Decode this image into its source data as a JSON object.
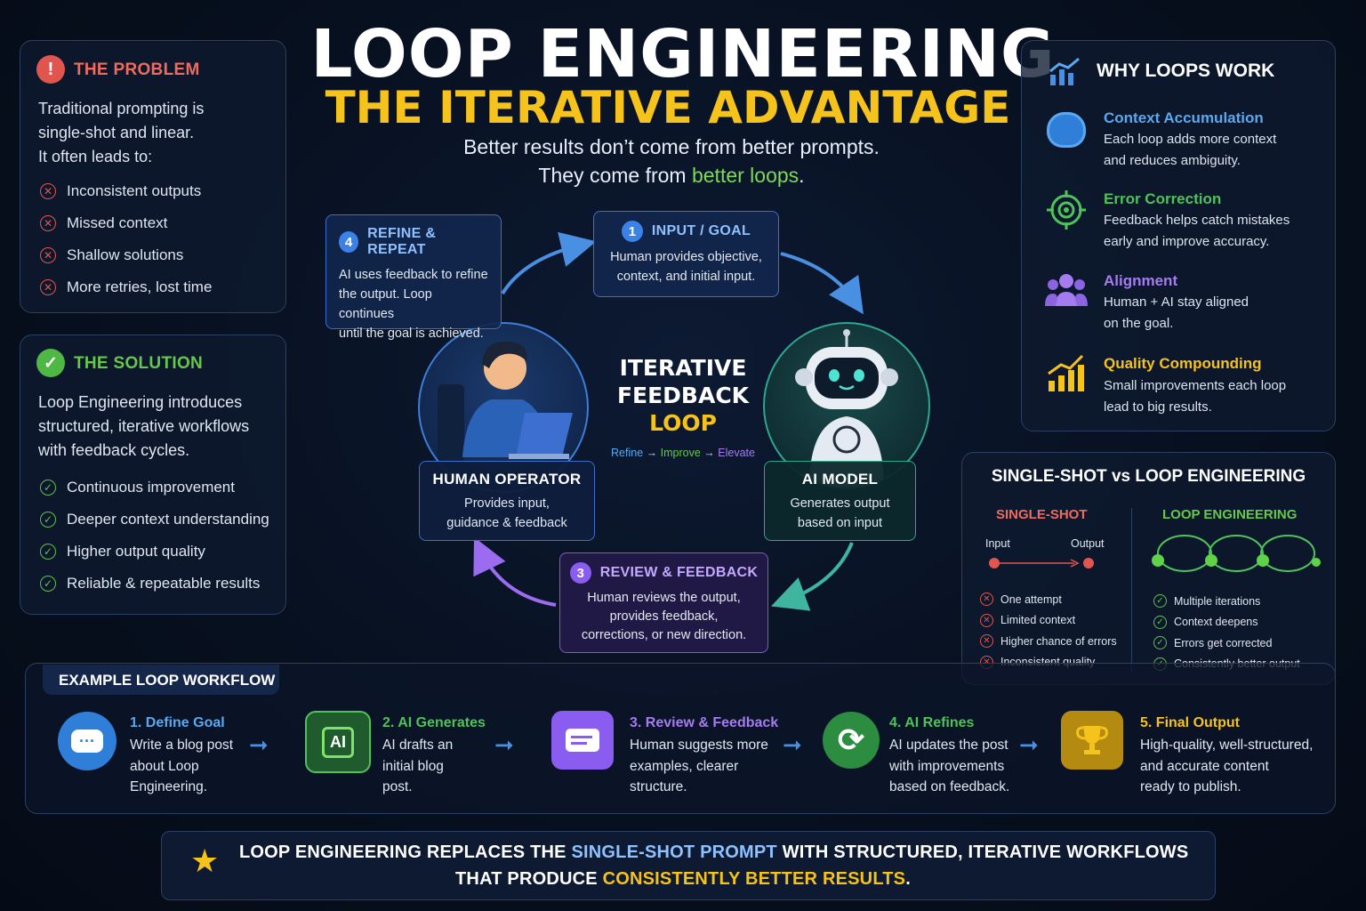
{
  "header": {
    "title": "LOOP ENGINEERING",
    "subtitle": "THE ITERATIVE ADVANTAGE",
    "tagline1": "Better results don’t come from better prompts.",
    "tagline2_pre": "They come from ",
    "tagline2_hl": "better loops",
    "tagline2_post": "."
  },
  "problem": {
    "title": "THE PROBLEM",
    "body": [
      "Traditional prompting is",
      "single-shot and linear.",
      "It often leads to:"
    ],
    "items": [
      "Inconsistent outputs",
      "Missed context",
      "Shallow solutions",
      "More retries, lost time"
    ]
  },
  "solution": {
    "title": "THE SOLUTION",
    "body": [
      "Loop Engineering introduces",
      "structured, iterative workflows",
      "with feedback cycles."
    ],
    "items": [
      "Continuous improvement",
      "Deeper context understanding",
      "Higher output quality",
      "Reliable & repeatable results"
    ]
  },
  "cycle": {
    "center": [
      "ITERATIVE",
      "FEEDBACK",
      "LOOP"
    ],
    "center_sub": [
      "Refine",
      "→",
      "Improve",
      "→",
      "Elevate"
    ],
    "step1": {
      "num": "1",
      "title": "INPUT / GOAL",
      "desc": [
        "Human provides objective,",
        "context, and initial input."
      ]
    },
    "step3": {
      "num": "3",
      "title": "REVIEW & FEEDBACK",
      "desc": [
        "Human reviews the output,",
        "provides feedback,",
        "corrections, or new direction."
      ]
    },
    "step4": {
      "num": "4",
      "title": "REFINE & REPEAT",
      "desc": [
        "AI uses feedback to refine",
        "the output. Loop continues",
        "until the goal is achieved."
      ]
    },
    "human": {
      "title": "HUMAN OPERATOR",
      "desc": [
        "Provides input,",
        "guidance & feedback"
      ]
    },
    "ai": {
      "title": "AI MODEL",
      "desc": [
        "Generates output",
        "based on input"
      ]
    }
  },
  "why": {
    "title": "WHY LOOPS WORK",
    "items": [
      {
        "title": "Context Accumulation",
        "desc": [
          "Each loop adds more context",
          "and reduces ambiguity."
        ],
        "color": "#5aa9f0",
        "icon": "brain-icon"
      },
      {
        "title": "Error Correction",
        "desc": [
          "Feedback helps catch mistakes",
          "early and improve accuracy."
        ],
        "color": "#4fc25a",
        "icon": "target-icon"
      },
      {
        "title": "Alignment",
        "desc": [
          "Human + AI stay aligned",
          "on the goal."
        ],
        "color": "#a47cf0",
        "icon": "people-icon"
      },
      {
        "title": "Quality Compounding",
        "desc": [
          "Small improvements each loop",
          "lead to big results."
        ],
        "color": "#f6c21c",
        "icon": "growth-chart-icon"
      }
    ]
  },
  "compare": {
    "title": "SINGLE-SHOT vs LOOP ENGINEERING",
    "left_title": "SINGLE-SHOT",
    "left_input": "Input",
    "left_output": "Output",
    "left_items": [
      "One attempt",
      "Limited context",
      "Higher chance of errors",
      "Inconsistent quality"
    ],
    "right_title": "LOOP ENGINEERING",
    "right_items": [
      "Multiple iterations",
      "Context deepens",
      "Errors get corrected",
      "Consistently better output"
    ]
  },
  "workflow": {
    "title": "EXAMPLE LOOP WORKFLOW",
    "steps": [
      {
        "title": "1. Define Goal",
        "desc": [
          "Write a blog post",
          "about Loop",
          "Engineering."
        ],
        "color": "#4a90e2",
        "icon": "chat-icon"
      },
      {
        "title": "2. AI Generates",
        "desc": [
          "AI drafts an",
          "initial blog",
          "post."
        ],
        "color": "#4fc25a",
        "icon": "ai-chip-icon",
        "chip_label": "AI"
      },
      {
        "title": "3. Review & Feedback",
        "desc": [
          "Human suggests more",
          "examples, clearer",
          "structure."
        ],
        "color": "#a47cf0",
        "icon": "message-icon"
      },
      {
        "title": "4. AI Refines",
        "desc": [
          "AI updates the post",
          "with improvements",
          "based on feedback."
        ],
        "color": "#4fc25a",
        "icon": "refresh-icon"
      },
      {
        "title": "5. Final Output",
        "desc": [
          "High-quality, well-structured,",
          "and accurate content",
          "ready to publish."
        ],
        "color": "#f6c21c",
        "icon": "trophy-icon"
      }
    ]
  },
  "footer": {
    "line1_pre": "LOOP ENGINEERING REPLACES THE ",
    "line1_hl": "SINGLE-SHOT PROMPT",
    "line1_post": " WITH STRUCTURED, ITERATIVE WORKFLOWS",
    "line2_pre": "THAT PRODUCE ",
    "line2_hl": "CONSISTENTLY BETTER RESULTS",
    "line2_post": "."
  },
  "colors": {
    "accent_yellow": "#f6c21c",
    "accent_green": "#7ed957",
    "problem_red": "#e0564f",
    "blue": "#4a90e2",
    "purple": "#a47cf0",
    "teal": "#3fb5a0"
  }
}
